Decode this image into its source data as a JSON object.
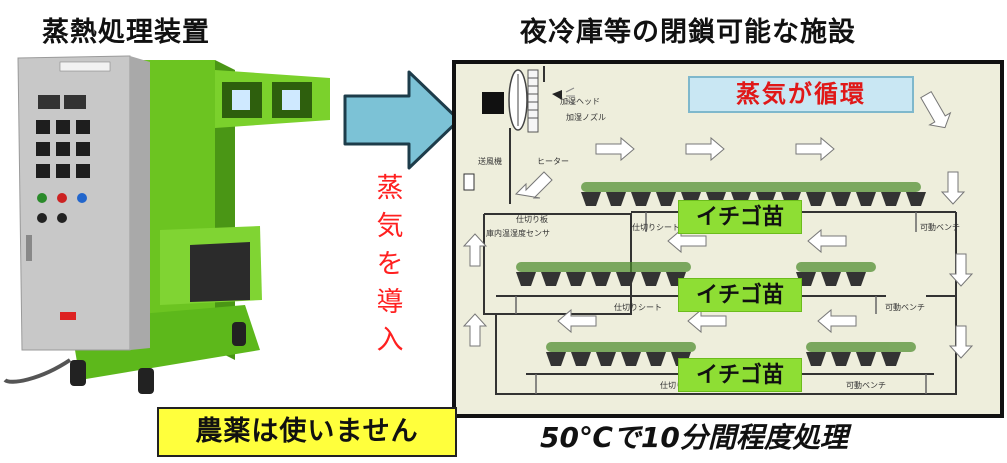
{
  "left_title": "蒸熱処理装置",
  "right_title": "夜冷庫等の閉鎖可能な施設",
  "vertical_text": [
    "蒸",
    "気",
    "を",
    "導",
    "入"
  ],
  "steam_circulation": "蒸気が循環",
  "strawberry_label": "イチゴ苗",
  "pesticide_note": "農薬は使いません",
  "bottom_note": "50℃で10分間程度処理",
  "diagram_labels": {
    "nozzle_head": "加湿ヘッド",
    "humid_nozzle": "加湿ノズル",
    "blower": "送風機",
    "heater": "ヒーター",
    "partition_board": "仕切り板",
    "temp_sensor": "庫内温湿度センサ",
    "partition_sheet": "仕切りシート",
    "movable_bench": "可動ベンチ"
  },
  "colors": {
    "machine_green": "#6cc421",
    "arrow_blue": "#7cc2d6",
    "facility_bg": "#eeeedc",
    "label_green": "#8ede34",
    "note_yellow": "#ffff3c",
    "steam_red": "#e01818"
  }
}
